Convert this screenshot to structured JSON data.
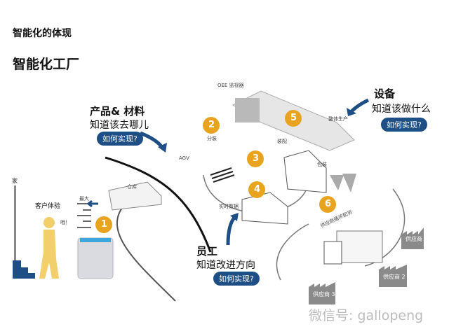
{
  "header": {
    "subtitle": "智能化的体现",
    "title": "智能化工厂"
  },
  "callouts": {
    "product": {
      "title": "产品& 材料",
      "desc": "知道该去哪儿",
      "button": "如何实现?"
    },
    "equipment": {
      "title": "设备",
      "desc": "知道该做什么",
      "button": "如何实现?"
    },
    "staff": {
      "title": "员工",
      "desc": "知道改进方向",
      "button": "如何实现?"
    }
  },
  "labels": {
    "oee": "OEE 监视器",
    "agv": "AGV",
    "realtime": "实时数据",
    "customer": "客户体验",
    "max": "最大",
    "oh": "哦！",
    "home": "家",
    "warehouse": "仓库",
    "split": "分装",
    "assembly": "装配",
    "overall": "整体生产",
    "packing": "包装",
    "supplier_loop": "供应商循环配货",
    "supplier1": "供应商 1",
    "supplier2": "供应商 2",
    "supplier3": "供应商 3"
  },
  "steps": [
    "1",
    "2",
    "3",
    "4",
    "5",
    "6"
  ],
  "watermark": "微信号: gallopeng",
  "colors": {
    "accent": "#e8a41f",
    "navy": "#1d4f86",
    "gray": "#8a8a8a"
  }
}
